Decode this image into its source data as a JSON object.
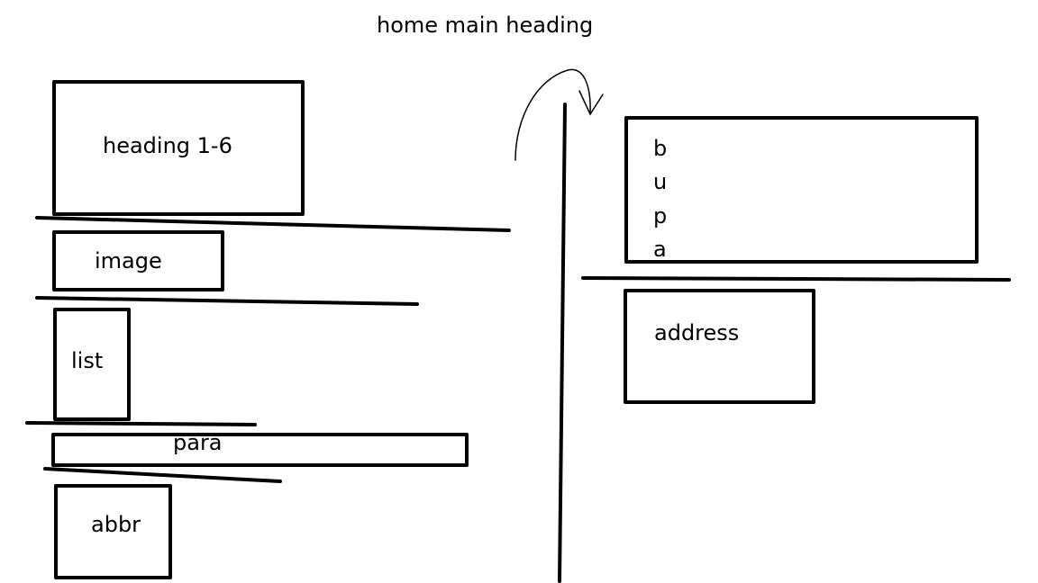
{
  "title": "home main heading",
  "left_boxes": {
    "heading": "heading 1-6",
    "image": "image",
    "list": "list",
    "para": "para",
    "abbr": "abbr"
  },
  "right_boxes": {
    "inline_letters": [
      "b",
      "u",
      "p",
      "a"
    ],
    "address": "address"
  },
  "stroke_color": "#000000",
  "background_color": "#ffffff"
}
